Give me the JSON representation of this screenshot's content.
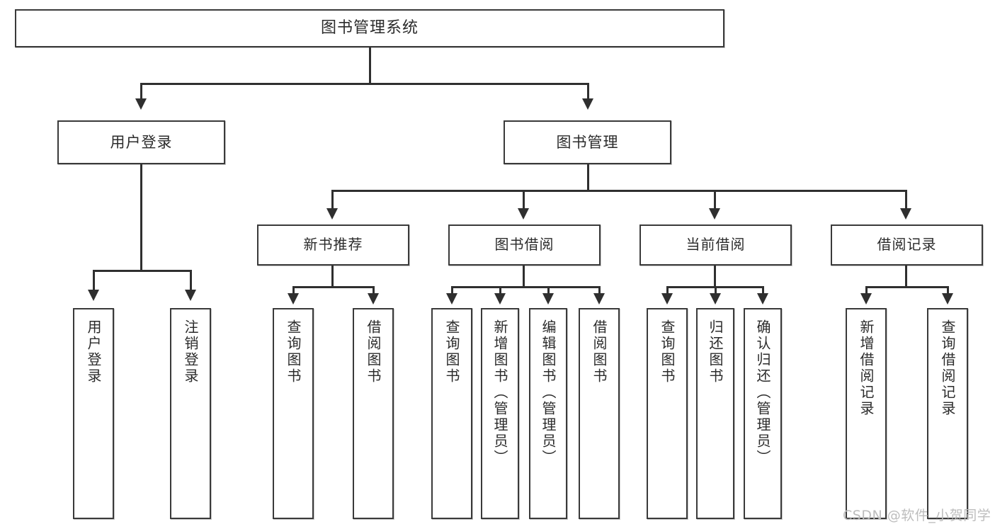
{
  "diagram": {
    "type": "tree",
    "title": "图书管理系统",
    "colors": {
      "box_border": "#3a3a3a",
      "connector": "#2f2f2f",
      "background": "#ffffff",
      "text": "#2b2b2b",
      "watermark": "#bdbdbd"
    },
    "root": {
      "label": "图书管理系统"
    },
    "level2": [
      {
        "id": "user-login",
        "label": "用户登录"
      },
      {
        "id": "book-manage",
        "label": "图书管理"
      }
    ],
    "level3": [
      {
        "id": "new-book-rec",
        "label": "新书推荐"
      },
      {
        "id": "book-borrow",
        "label": "图书借阅"
      },
      {
        "id": "current-borrow",
        "label": "当前借阅"
      },
      {
        "id": "borrow-record",
        "label": "借阅记录"
      }
    ],
    "leaves": {
      "user_login": [
        "用户登录",
        "注销登录"
      ],
      "new_book_rec": [
        "查询图书",
        "借阅图书"
      ],
      "book_borrow": [
        "查询图书",
        "新增图书（管理员）",
        "编辑图书（管理员）",
        "借阅图书"
      ],
      "current_borrow": [
        "查询图书",
        "归还图书",
        "确认归还（管理员）"
      ],
      "borrow_record": [
        "新增借阅记录",
        "查询借阅记录"
      ]
    }
  },
  "watermark": {
    "text": "CSDN @软件_小贺同学"
  }
}
